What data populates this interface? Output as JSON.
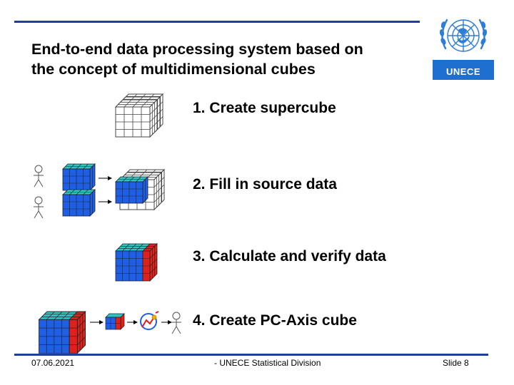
{
  "title_line1": "End-to-end data processing system based on",
  "title_line2": "the concept of multidimensional cubes",
  "logo_label": "UNECE",
  "steps": [
    "1. Create supercube",
    "2. Fill in source data",
    "3. Calculate and verify data",
    "4. Create PC-Axis cube"
  ],
  "footer": {
    "date": "07.06.2021",
    "organization": "- UNECE Statistical Division",
    "slide": "Slide 8"
  },
  "colors": {
    "rule": "#1f3f9e",
    "cube_blue": "#1e5fe6",
    "cube_red": "#e0201a",
    "cube_top": "#2ec4c4"
  }
}
